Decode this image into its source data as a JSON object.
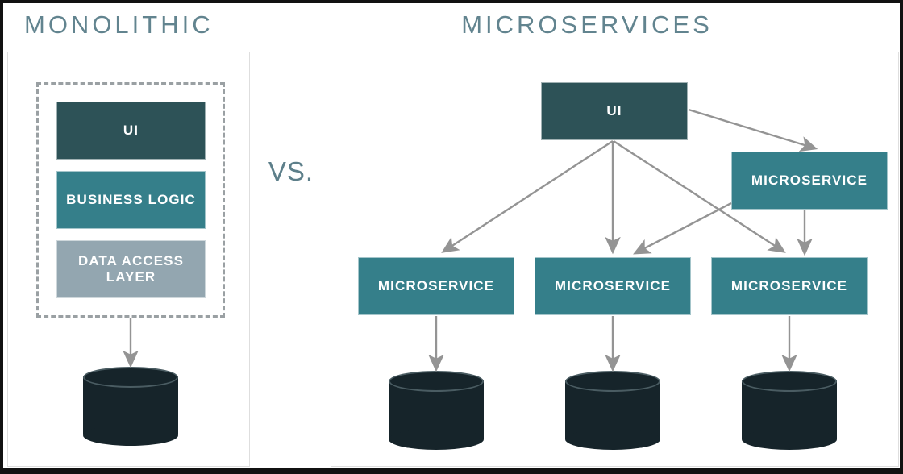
{
  "diagram": {
    "left_panel": {
      "title": "MONOLITHIC",
      "blocks": [
        {
          "label": "UI",
          "color": "#2d5257"
        },
        {
          "label": "BUSINESS LOGIC",
          "color": "#357f8a"
        },
        {
          "label": "DATA ACCESS LAYER",
          "color": "#93a6b0"
        }
      ],
      "database_count": 1
    },
    "separator": {
      "label": "VS."
    },
    "right_panel": {
      "title": "MICROSERVICES",
      "blocks": [
        {
          "label": "UI",
          "color": "#2d5257",
          "position": "top-center"
        },
        {
          "label": "MICROSERVICE",
          "color": "#357f8a",
          "position": "mid-right"
        },
        {
          "label": "MICROSERVICE",
          "color": "#357f8a",
          "position": "bottom-left"
        },
        {
          "label": "MICROSERVICE",
          "color": "#357f8a",
          "position": "bottom-center"
        },
        {
          "label": "MICROSERVICE",
          "color": "#357f8a",
          "position": "bottom-right"
        }
      ],
      "database_count": 3
    },
    "colors": {
      "title_text": "#62848f",
      "dark_block": "#2d5257",
      "teal_block": "#357f8a",
      "gray_block": "#93a6b0",
      "database": "#16242a",
      "arrow": "#949494",
      "panel_border": "#dedede",
      "dashed_border": "#9aa0a3",
      "frame": "#111111",
      "background": "#ffffff"
    },
    "connections": [
      {
        "from": "monolith-stack",
        "to": "monolith-database"
      },
      {
        "from": "microservices-ui",
        "to": "microservice-bottom-left"
      },
      {
        "from": "microservices-ui",
        "to": "microservice-bottom-center"
      },
      {
        "from": "microservices-ui",
        "to": "microservice-bottom-right"
      },
      {
        "from": "microservices-ui",
        "to": "microservice-mid-right"
      },
      {
        "from": "microservice-mid-right",
        "to": "microservice-bottom-center"
      },
      {
        "from": "microservice-mid-right",
        "to": "microservice-bottom-right"
      },
      {
        "from": "microservice-bottom-left",
        "to": "database-1"
      },
      {
        "from": "microservice-bottom-center",
        "to": "database-2"
      },
      {
        "from": "microservice-bottom-right",
        "to": "database-3"
      }
    ]
  }
}
